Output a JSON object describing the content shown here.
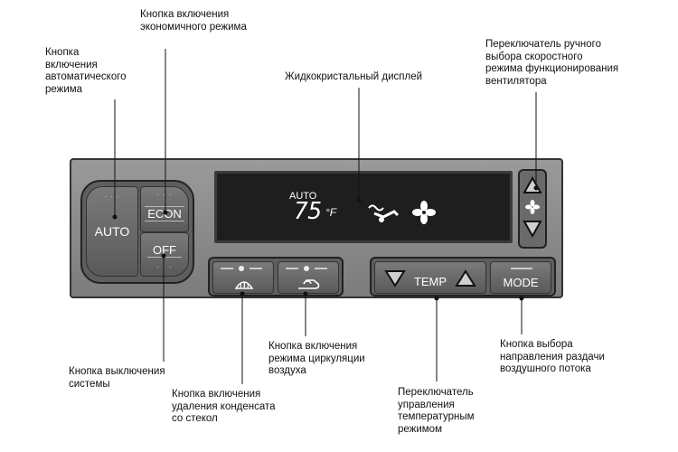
{
  "labels": {
    "auto_button": "Кнопка\nвключения\nавтоматического\nрежима",
    "econ_button": "Кнопка включения\nэкономичного режима",
    "lcd_display": "Жидкокристальный дисплей",
    "fan_switch": "Переключатель ручного\nвыбора скоростного\nрежима функционирования\nвентилятора",
    "off_button": "Кнопка выключения\nсистемы",
    "defrost_button": "Кнопка включения\nудаления конденсата\nсо стекол",
    "recirc_button": "Кнопка включения\nрежима циркуляции\nвоздуха",
    "temp_switch": "Переключатель\nуправления\nтемпературным\nрежимом",
    "mode_button": "Кнопка выбора\nнаправления раздачи\nвоздушного потока"
  },
  "panel": {
    "auto": "AUTO",
    "econ": "ECON",
    "off": "OFF",
    "temp": "TEMP",
    "mode": "MODE",
    "display_auto": "AUTO",
    "display_temp": "75",
    "display_unit": "°F"
  }
}
